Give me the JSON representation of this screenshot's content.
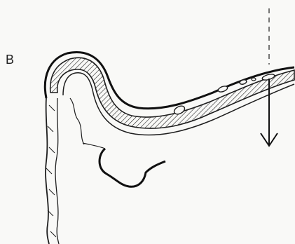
{
  "figure": {
    "panel_label": "B",
    "ink_color": "#1e1e1e",
    "background": "#f9f9f7",
    "arrow_direction": "down",
    "guide_line_style": "dashed"
  }
}
